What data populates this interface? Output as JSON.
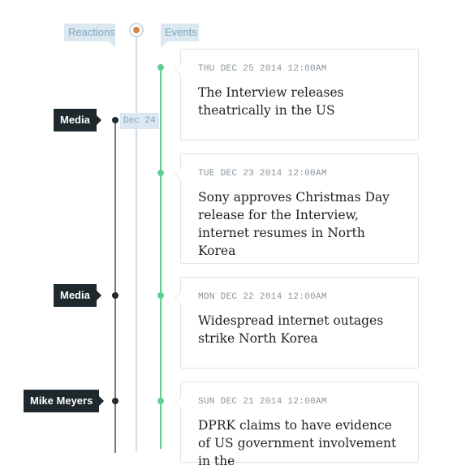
{
  "columns": {
    "reactions": "Reactions",
    "events": "Events"
  },
  "date_marker": "Dec 24",
  "reactions": [
    {
      "label": "Media"
    },
    {
      "label": "Media"
    },
    {
      "label": "Mike Meyers"
    }
  ],
  "events": [
    {
      "date": "THU DEC 25 2014 12:00AM",
      "title": "The Interview releases theatrically in the US"
    },
    {
      "date": "TUE DEC 23 2014 12:00AM",
      "title": "Sony approves Christmas Day release for the Interview, internet resumes in North Korea"
    },
    {
      "date": "MON DEC 22 2014 12:00AM",
      "title": "Widespread internet outages strike North Korea"
    },
    {
      "date": "SUN DEC 21 2014 12:00AM",
      "title": "DPRK claims to have evidence of US government involvement in the"
    }
  ],
  "colors": {
    "event_line": "#5fcf93",
    "reaction_line": "#6c7a85",
    "now_dot": "#d9844e",
    "tag_bg": "#dbe8f0",
    "tag_text": "#7ea6bf",
    "label_bg": "#1f282d"
  }
}
